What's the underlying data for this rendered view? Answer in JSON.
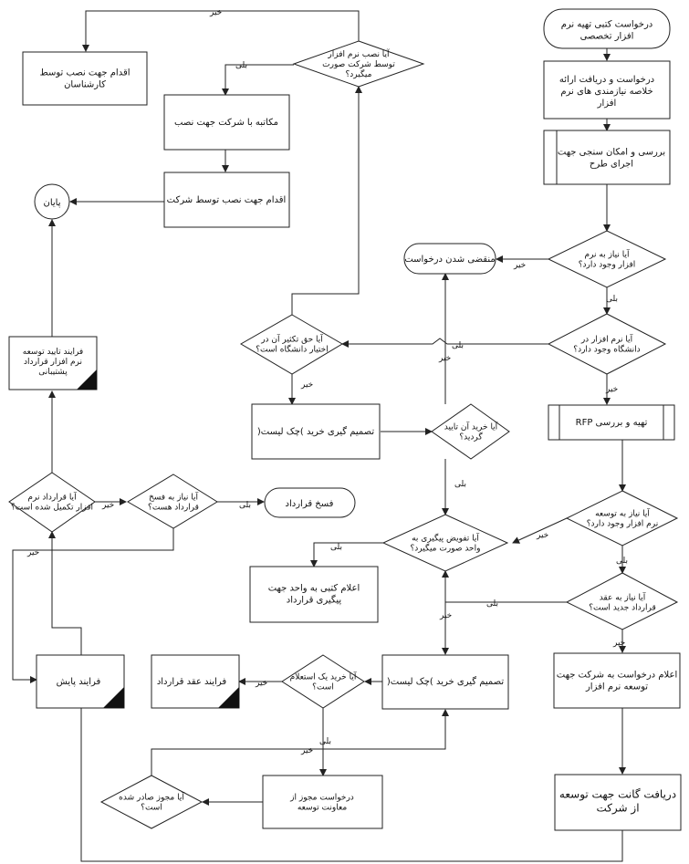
{
  "nodes": {
    "start_request": "درخواست کتبی تهیه نرم افزار تخصصی",
    "receive_summary": "درخواست و دریافت ارائه خلاصه نیازمندی های نرم افزار",
    "feasibility": "بررسی و امکان سنجی جهت اجرای طرح",
    "need_software": "آیا نیاز به نرم افزار وجود دارد؟",
    "request_expired": "منقضی شدن درخواست",
    "software_in_university": "آیا نرم افزار در دانشگاه وجود دارد؟",
    "rfp": "تهیه و بررسی RFP",
    "need_develop": "آیا نیاز به توسعه نرم افزار وجود دارد؟",
    "new_contract": "آیا نیاز به عقد قرارداد جدید است؟",
    "announce_company": "اعلام درخواست به شرکت جهت توسعه نرم افزار",
    "receive_quote": "دریافت گانت جهت توسعه از شرکت",
    "delegate_followup": "آیا تفویض پیگیری به واحد صورت میگیرد؟",
    "announce_unit": "اعلام کتبی به واحد جهت پیگیری قرارداد",
    "purchase_decision_lower": "تصمیم گیری خرید )چک لیست(",
    "inquiry_purchase": "آیا خرید یک استعلام است؟",
    "contract_process": "فرایند عقد قرارداد",
    "monitor_process": "فرایند پایش",
    "license_request": "درخواست مجوز از معاونت توسعه",
    "license_issued": "آیا مجوز صادر شده است؟",
    "purchase_approved": "آیا خرید آن تایید گردید؟",
    "purchase_decision_upper": "تصمیم گیری خرید )چک لیست(",
    "copyright": "آیا حق تکثیر آن در اختیار دانشگاه است؟",
    "install_by_company": "آیا نصب نرم افزار توسط شرکت صورت میگیرد؟",
    "install_by_experts": "اقدام جهت نصب توسط کارشناسان",
    "correspondence": "مکاتبه با شرکت جهت نصب",
    "install_company_action": "اقدام جهت نصب توسط شرکت",
    "end": "پایان",
    "support_contract": "فرایند تایید توسعه نرم افزار قرارداد پشتیبانی",
    "contract_completed": "آیا قرارداد نرم افزار تکمیل شده است؟",
    "need_cancel": "آیا نیاز به فسخ قرارداد هست؟",
    "cancel_contract": "فسخ قرارداد"
  },
  "edge_labels": {
    "yes": "بلی",
    "no": "خیر"
  }
}
